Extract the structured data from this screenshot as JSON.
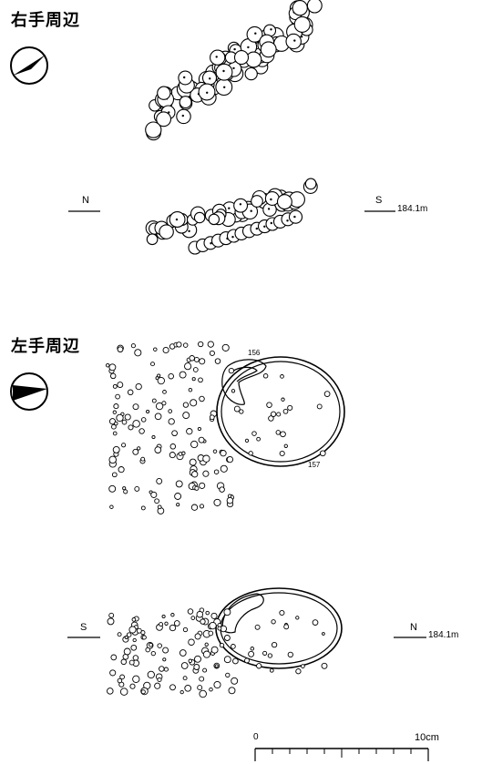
{
  "sections": {
    "right": {
      "title": "右手周辺",
      "section_left": "N",
      "section_right": "S",
      "elevation": "184.1m"
    },
    "left": {
      "title": "左手周辺",
      "pit_labels": [
        "156",
        "157"
      ],
      "section_left": "S",
      "section_right": "N",
      "elevation": "184.1m"
    }
  },
  "scale_bar": {
    "start": "0",
    "end": "10cm"
  }
}
